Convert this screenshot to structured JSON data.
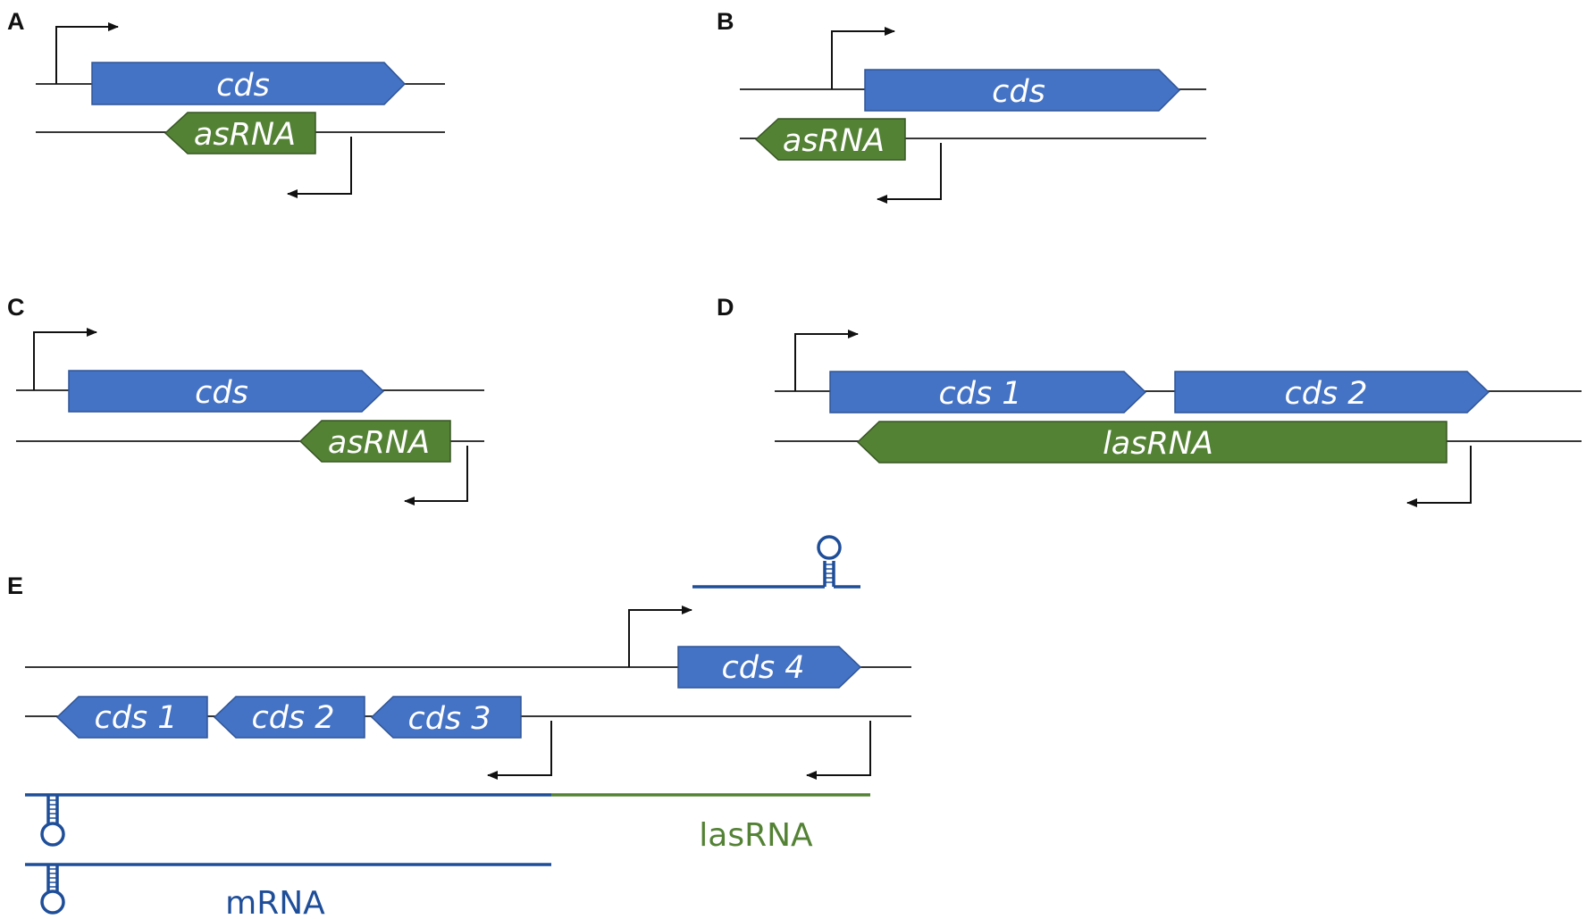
{
  "colors": {
    "cds": "#4472c4",
    "cds_border": "#2f5597",
    "asrna": "#548235",
    "asrna_border": "#375623",
    "mrna": "#1f4e99",
    "lasrna": "#548235"
  },
  "panels": {
    "A": {
      "letter": "A",
      "cds": "cds",
      "asrna": "asRNA"
    },
    "B": {
      "letter": "B",
      "cds": "cds",
      "asrna": "asRNA"
    },
    "C": {
      "letter": "C",
      "cds": "cds",
      "asrna": "asRNA"
    },
    "D": {
      "letter": "D",
      "cds1": "cds 1",
      "cds2": "cds 2",
      "lasrna": "lasRNA"
    },
    "E": {
      "letter": "E",
      "cds1": "cds 1",
      "cds2": "cds 2",
      "cds3": "cds 3",
      "cds4": "cds 4",
      "lasrna": "lasRNA",
      "mrna": "mRNA"
    }
  }
}
